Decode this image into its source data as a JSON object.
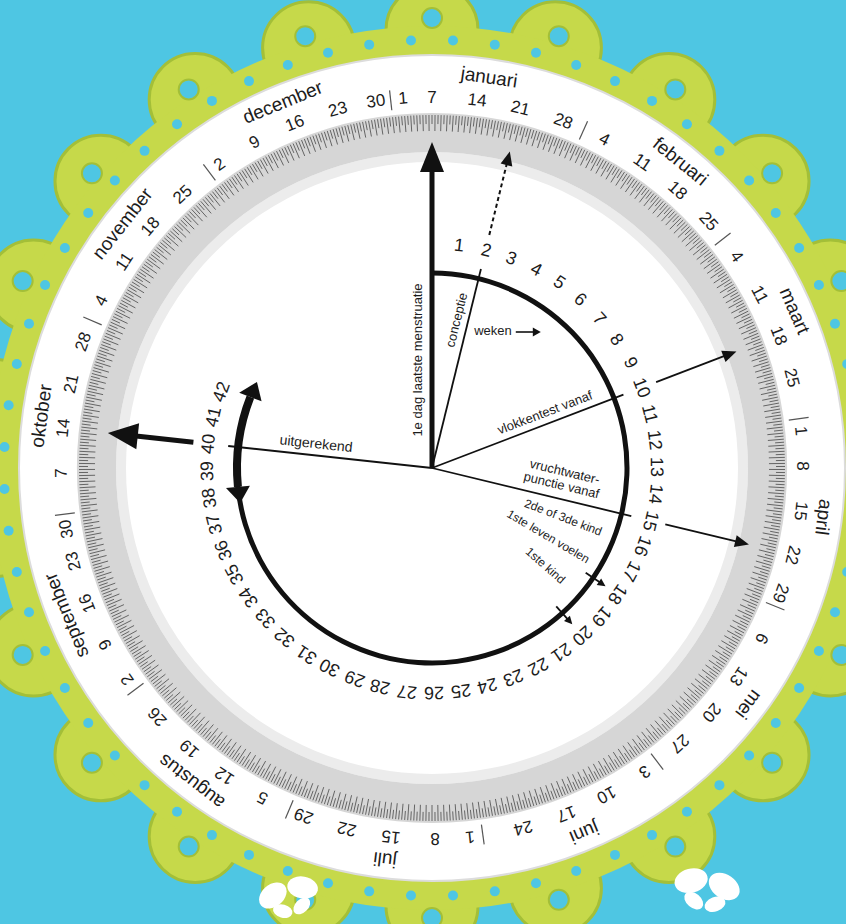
{
  "diagram": {
    "labels": [
      "januari",
      "februari",
      "maart",
      "april",
      "mei",
      "juni",
      "juli",
      "augustus",
      "september",
      "oktober",
      "november",
      "december",
      "1",
      "7",
      "14",
      "21",
      "28",
      "4",
      "11",
      "18",
      "25",
      "4",
      "11",
      "18",
      "25",
      "1",
      "8",
      "15",
      "22",
      "29",
      "6",
      "13",
      "20",
      "27",
      "3",
      "10",
      "17",
      "24",
      "1",
      "8",
      "15",
      "22",
      "29",
      "5",
      "12",
      "19",
      "26",
      "2",
      "9",
      "16",
      "23",
      "30",
      "7",
      "14",
      "21",
      "28",
      "4",
      "11",
      "18",
      "25",
      "2",
      "9",
      "16",
      "23",
      "30",
      "1",
      "2",
      "3",
      "4",
      "5",
      "6",
      "7",
      "8",
      "9",
      "10",
      "11",
      "12",
      "13",
      "14",
      "15",
      "16",
      "17",
      "18",
      "19",
      "20",
      "21",
      "22",
      "23",
      "24",
      "25",
      "26",
      "27",
      "28",
      "29",
      "30",
      "31",
      "32",
      "33",
      "34",
      "35",
      "36",
      "37",
      "38",
      "39",
      "40",
      "41",
      "42",
      "1e dag laatste menstruatie",
      "conceptie",
      "weken",
      "vlokkentest vanaf",
      "vruchtwater- punctie vanaf",
      "2de of 3de kind",
      "1ste leven voelen",
      "1ste kind",
      "uitgerekend"
    ]
  }
}
